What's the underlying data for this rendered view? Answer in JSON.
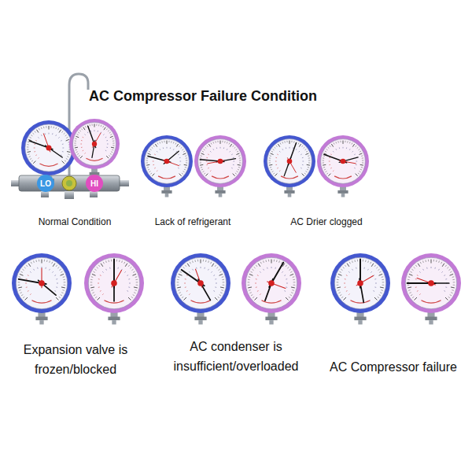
{
  "diagram": {
    "title": "AC Compressor Failure Condition",
    "nodes": [
      {
        "text": [
          "LO"
        ]
      },
      {
        "text": [
          "HI"
        ]
      }
    ],
    "labels": [
      "Normal Condition",
      "Lack of refrigerant",
      "AC Drier clogged",
      "Expansion valve is frozen/blocked",
      "AC condenser is insufficient/overloaded",
      "AC Compressor failure"
    ]
  }
}
